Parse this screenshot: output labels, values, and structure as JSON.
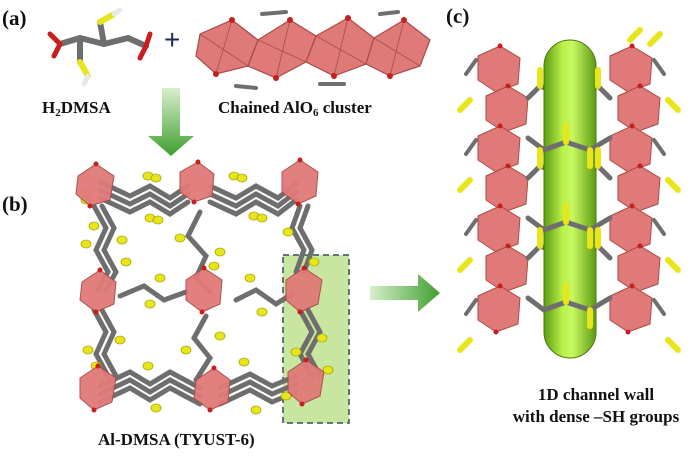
{
  "panel_labels": {
    "a": "(a)",
    "b": "(b)",
    "c": "(c)"
  },
  "panel_a": {
    "ligand": {
      "prefix": "H",
      "subscript": "2",
      "suffix": "DMSA"
    },
    "plus": "+",
    "cluster": {
      "prefix": "Chained AlO",
      "subscript": "6",
      "suffix": " cluster"
    }
  },
  "panel_b": {
    "caption": "Al-DMSA  (TYUST-6)"
  },
  "panel_c": {
    "caption_line1": "1D channel wall",
    "caption_line2": "with dense –SH groups"
  },
  "colors": {
    "octahedron_fill": "#e07a78",
    "octahedron_edge": "#a84a48",
    "carbon": "#6e6e6e",
    "sulfur": "#e8e61a",
    "oxygen": "#c81e1e",
    "channel": "#9ee030",
    "highlight_box": "#c8e6a0",
    "arrow": "#4aa83a"
  }
}
